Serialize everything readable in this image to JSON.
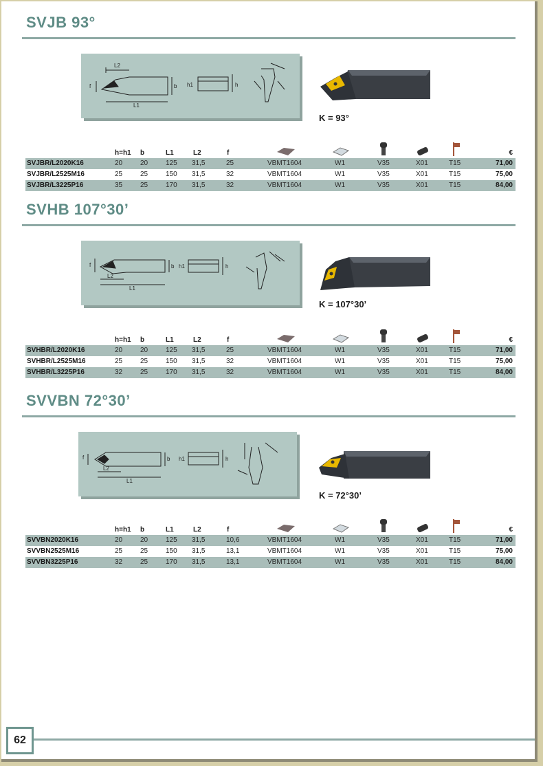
{
  "page_number": "62",
  "table_headers": [
    "h=h1",
    "b",
    "L1",
    "L2",
    "f",
    "€"
  ],
  "header_icons": [
    "insert-icon",
    "shim-icon",
    "screw-icon",
    "shim-screw-icon",
    "key-icon"
  ],
  "colors": {
    "accent": "#5f8c86",
    "row_band": "#a9bdb9",
    "drawing_bg": "#b2c8c3",
    "insert_gold": "#e8b800"
  },
  "sections": [
    {
      "title": "SVJB 93°",
      "k_value": "K = 93°",
      "rows": [
        {
          "code": "SVJBR/L2020K16",
          "h": "20",
          "b": "20",
          "L1": "125",
          "L2": "31,5",
          "f": "25",
          "insert": "VBMT1604",
          "shim": "W1",
          "screw": "V35",
          "shim_screw": "X01",
          "key": "T15",
          "price": "71,00"
        },
        {
          "code": "SVJBR/L2525M16",
          "h": "25",
          "b": "25",
          "L1": "150",
          "L2": "31,5",
          "f": "32",
          "insert": "VBMT1604",
          "shim": "W1",
          "screw": "V35",
          "shim_screw": "X01",
          "key": "T15",
          "price": "75,00"
        },
        {
          "code": "SVJBR/L3225P16",
          "h": "35",
          "b": "25",
          "L1": "170",
          "L2": "31,5",
          "f": "32",
          "insert": "VBMT1604",
          "shim": "W1",
          "screw": "V35",
          "shim_screw": "X01",
          "key": "T15",
          "price": "84,00"
        }
      ]
    },
    {
      "title": "SVHB 107°30’",
      "k_value": "K = 107°30’",
      "rows": [
        {
          "code": "SVHBR/L2020K16",
          "h": "20",
          "b": "20",
          "L1": "125",
          "L2": "31,5",
          "f": "25",
          "insert": "VBMT1604",
          "shim": "W1",
          "screw": "V35",
          "shim_screw": "X01",
          "key": "T15",
          "price": "71,00"
        },
        {
          "code": "SVHBR/L2525M16",
          "h": "25",
          "b": "25",
          "L1": "150",
          "L2": "31,5",
          "f": "32",
          "insert": "VBMT1604",
          "shim": "W1",
          "screw": "V35",
          "shim_screw": "X01",
          "key": "T15",
          "price": "75,00"
        },
        {
          "code": "SVHBR/L3225P16",
          "h": "32",
          "b": "25",
          "L1": "170",
          "L2": "31,5",
          "f": "32",
          "insert": "VBMT1604",
          "shim": "W1",
          "screw": "V35",
          "shim_screw": "X01",
          "key": "T15",
          "price": "84,00"
        }
      ]
    },
    {
      "title": "SVVBN 72°30’",
      "k_value": "K = 72°30’",
      "rows": [
        {
          "code": "SVVBN2020K16",
          "h": "20",
          "b": "20",
          "L1": "125",
          "L2": "31,5",
          "f": "10,6",
          "insert": "VBMT1604",
          "shim": "W1",
          "screw": "V35",
          "shim_screw": "X01",
          "key": "T15",
          "price": "71,00"
        },
        {
          "code": "SVVBN2525M16",
          "h": "25",
          "b": "25",
          "L1": "150",
          "L2": "31,5",
          "f": "13,1",
          "insert": "VBMT1604",
          "shim": "W1",
          "screw": "V35",
          "shim_screw": "X01",
          "key": "T15",
          "price": "75,00"
        },
        {
          "code": "SVVBN3225P16",
          "h": "32",
          "b": "25",
          "L1": "170",
          "L2": "31,5",
          "f": "13,1",
          "insert": "VBMT1604",
          "shim": "W1",
          "screw": "V35",
          "shim_screw": "X01",
          "key": "T15",
          "price": "84,00"
        }
      ]
    }
  ]
}
